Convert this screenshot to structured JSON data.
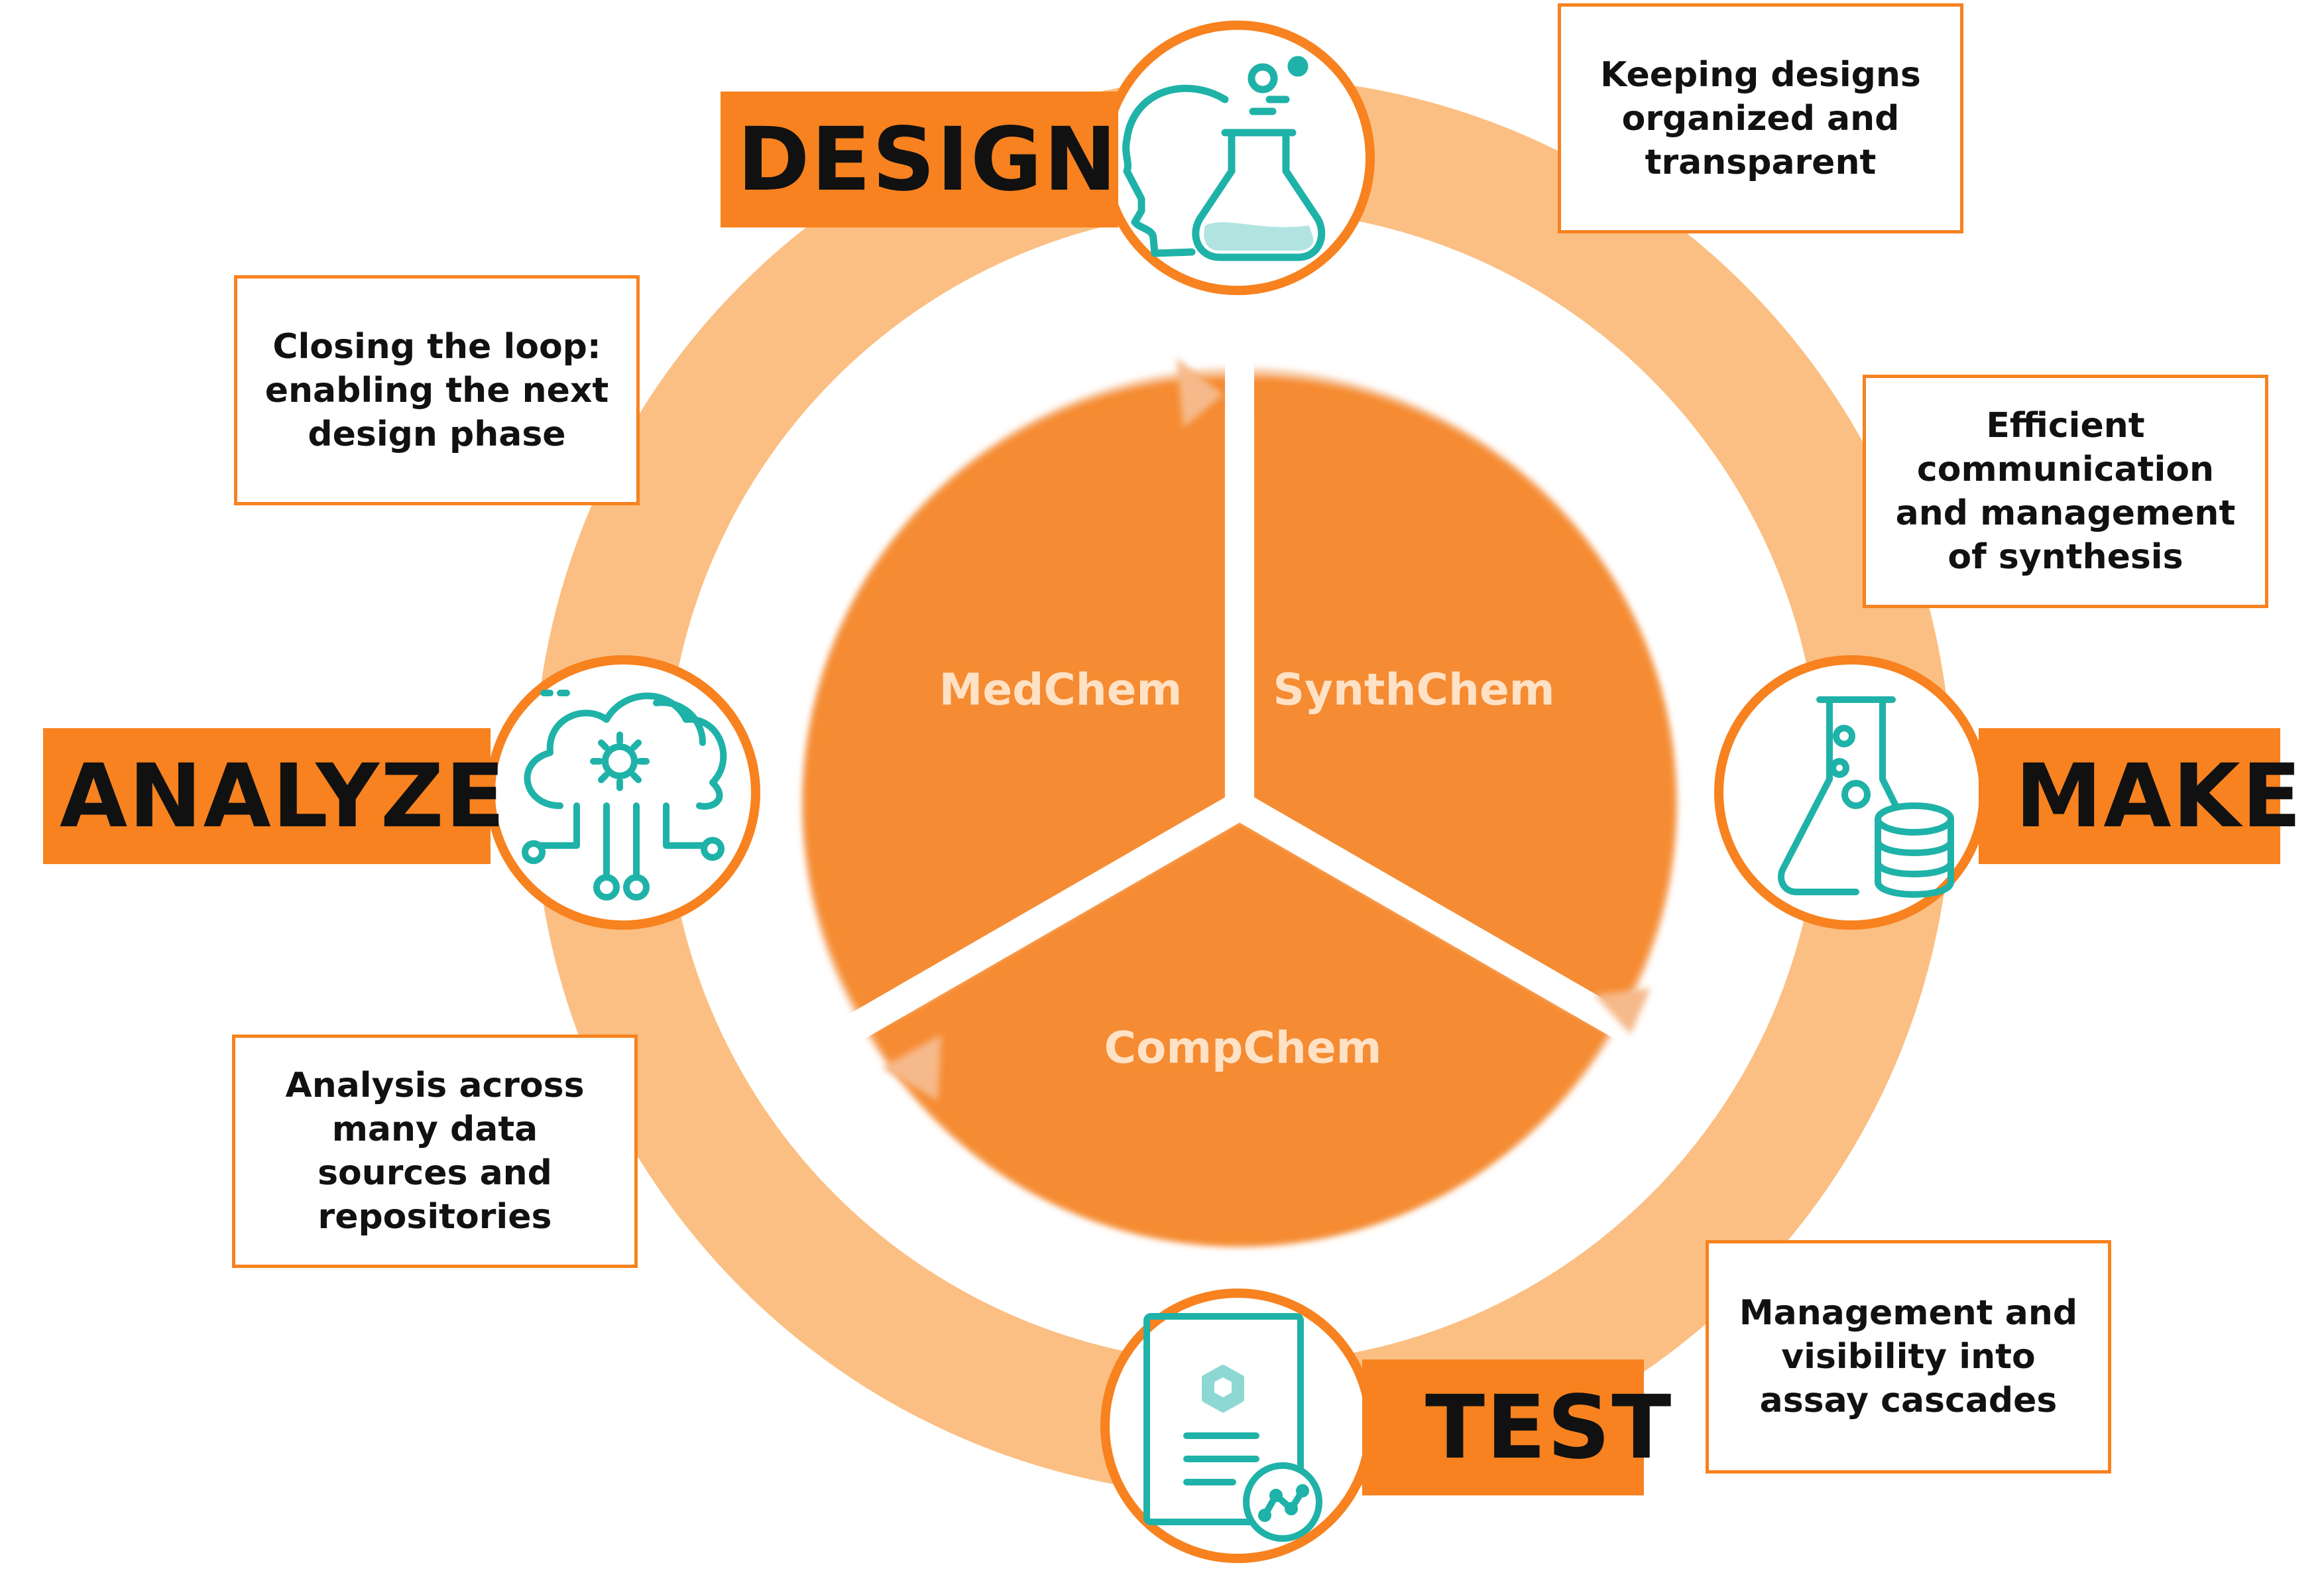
{
  "stages": {
    "design": {
      "label": "DESIGN",
      "icon": "head-flask-icon"
    },
    "make": {
      "label": "MAKE",
      "icon": "flask-database-icon"
    },
    "test": {
      "label": "TEST",
      "icon": "assay-report-icon"
    },
    "analyze": {
      "label": "ANALYZE",
      "icon": "cloud-gear-circuit-icon"
    }
  },
  "segments": {
    "medchem": "MedChem",
    "synthchem": "SynthChem",
    "compchem": "CompChem"
  },
  "callouts": {
    "design": "Keeping designs\norganized and\ntransparent",
    "make": "Efficient\ncommunication\nand management\nof synthesis",
    "test": "Management and\nvisibility into\nassay cascades",
    "analyze": "Analysis across\nmany data\nsources and\nrepositories",
    "loop": "Closing the loop:\nenabling the next\ndesign phase"
  },
  "colors": {
    "orange": "#f7821f",
    "ring": "#fbbf83",
    "segment": "#f58b33",
    "teal": "#1fb2a8"
  }
}
